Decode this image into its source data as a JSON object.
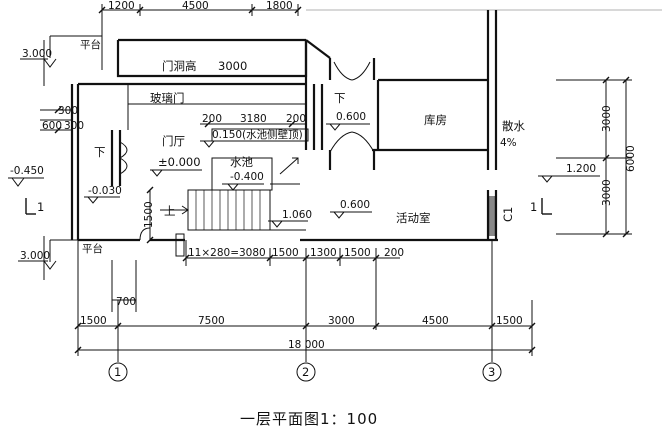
{
  "plan": {
    "title": "一层平面图1：100",
    "rooms": {
      "vestibule": "门厅",
      "pool": "水池",
      "storage": "库房",
      "activity": "活动室",
      "glass_door": "玻璃门",
      "door_opening": "门洞高",
      "door_opening_height": "3000",
      "platform_top": "平台",
      "platform_bottom": "平台",
      "apron": "散水",
      "apron_slope": "4%"
    },
    "elevations": {
      "platform_top": "3.000",
      "platform_bottom": "3.000",
      "outside": "-0.450",
      "vestibule": "±0.000",
      "vestibule_low": "-0.030",
      "pool": "-0.400",
      "pool_wall": "0.150(水池侧壁顶)",
      "landing": "0.600",
      "activity": "0.600",
      "stair_mid": "1.060",
      "side_elev": "1.200"
    },
    "stair": {
      "up": "上",
      "down_left": "下",
      "down_right": "下",
      "run": "11×280=3080"
    },
    "section_marks": {
      "left": "1",
      "right": "1"
    },
    "column_label": "C1",
    "dims": {
      "top": [
        "1200",
        "4500",
        "1800"
      ],
      "under_glass": [
        "200",
        "3180",
        "200"
      ],
      "left": [
        "300",
        "600",
        "300"
      ],
      "stair_side": "1500",
      "mid_row": [
        "1500",
        "1300",
        "1500",
        "200"
      ],
      "door_700": "700",
      "bottom": [
        "1500",
        "7500",
        "3000",
        "4500",
        "1500"
      ],
      "total": "18 000",
      "right_side": [
        "3000",
        "3000"
      ],
      "right_total": "6000"
    },
    "axes": [
      "1",
      "2",
      "3"
    ]
  }
}
